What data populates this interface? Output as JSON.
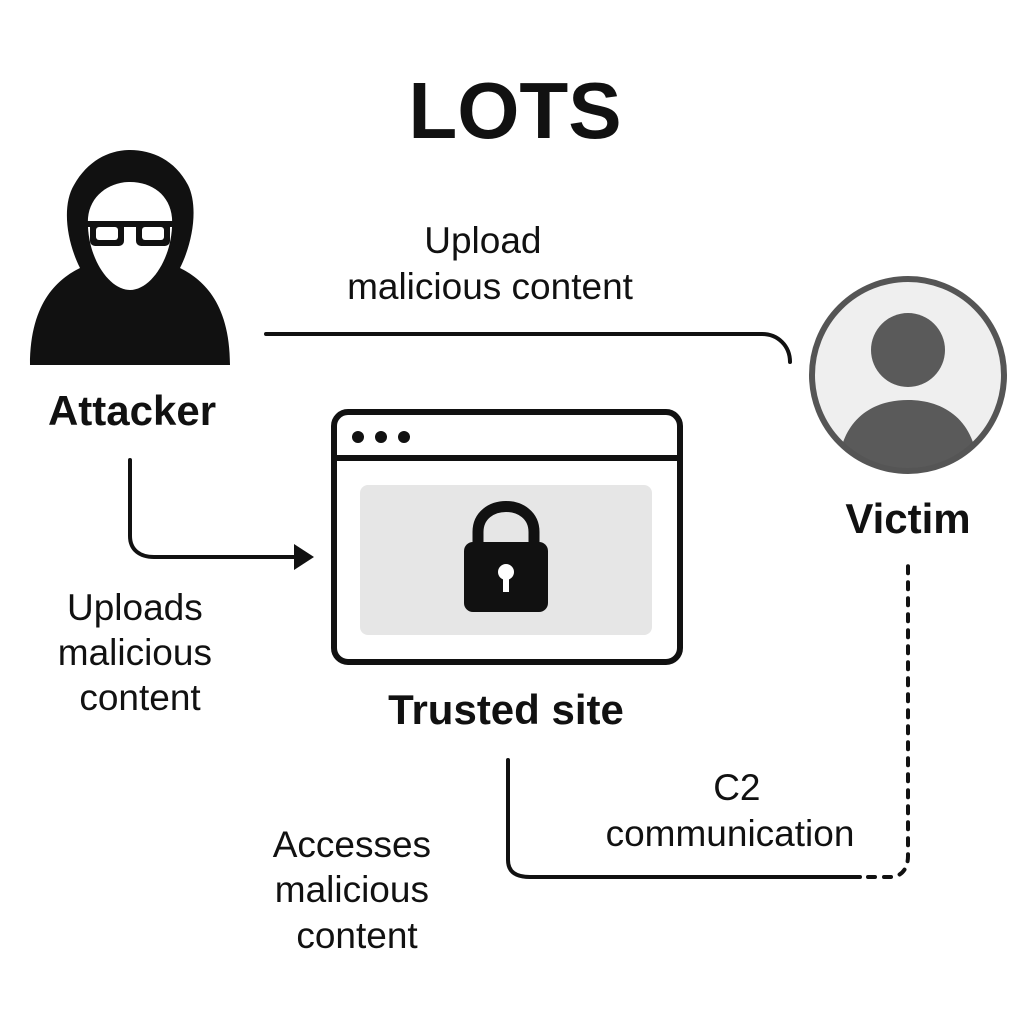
{
  "title": "LOTS",
  "nodes": {
    "attacker": {
      "label": "Attacker",
      "icon": "hooded-hacker-icon"
    },
    "victim": {
      "label": "Victim",
      "icon": "user-avatar-icon"
    },
    "trusted_site": {
      "label": "Trusted site",
      "icon": "browser-window-lock-icon"
    }
  },
  "edges": {
    "attacker_to_victim": {
      "lines": [
        "Upload",
        "malicious content"
      ]
    },
    "attacker_to_site": {
      "lines": [
        "Uploads",
        "malicious",
        "content"
      ]
    },
    "victim_to_site": {
      "lines": [
        "Accesses",
        "malicious",
        "content"
      ]
    },
    "c2": {
      "lines": [
        "C2",
        "communication"
      ]
    }
  },
  "colors": {
    "ink": "#111111",
    "panel_gray": "#e6e6e6",
    "avatar_bg": "#efefef",
    "avatar_ring": "#555555",
    "avatar_figure": "#5a5a5a"
  }
}
